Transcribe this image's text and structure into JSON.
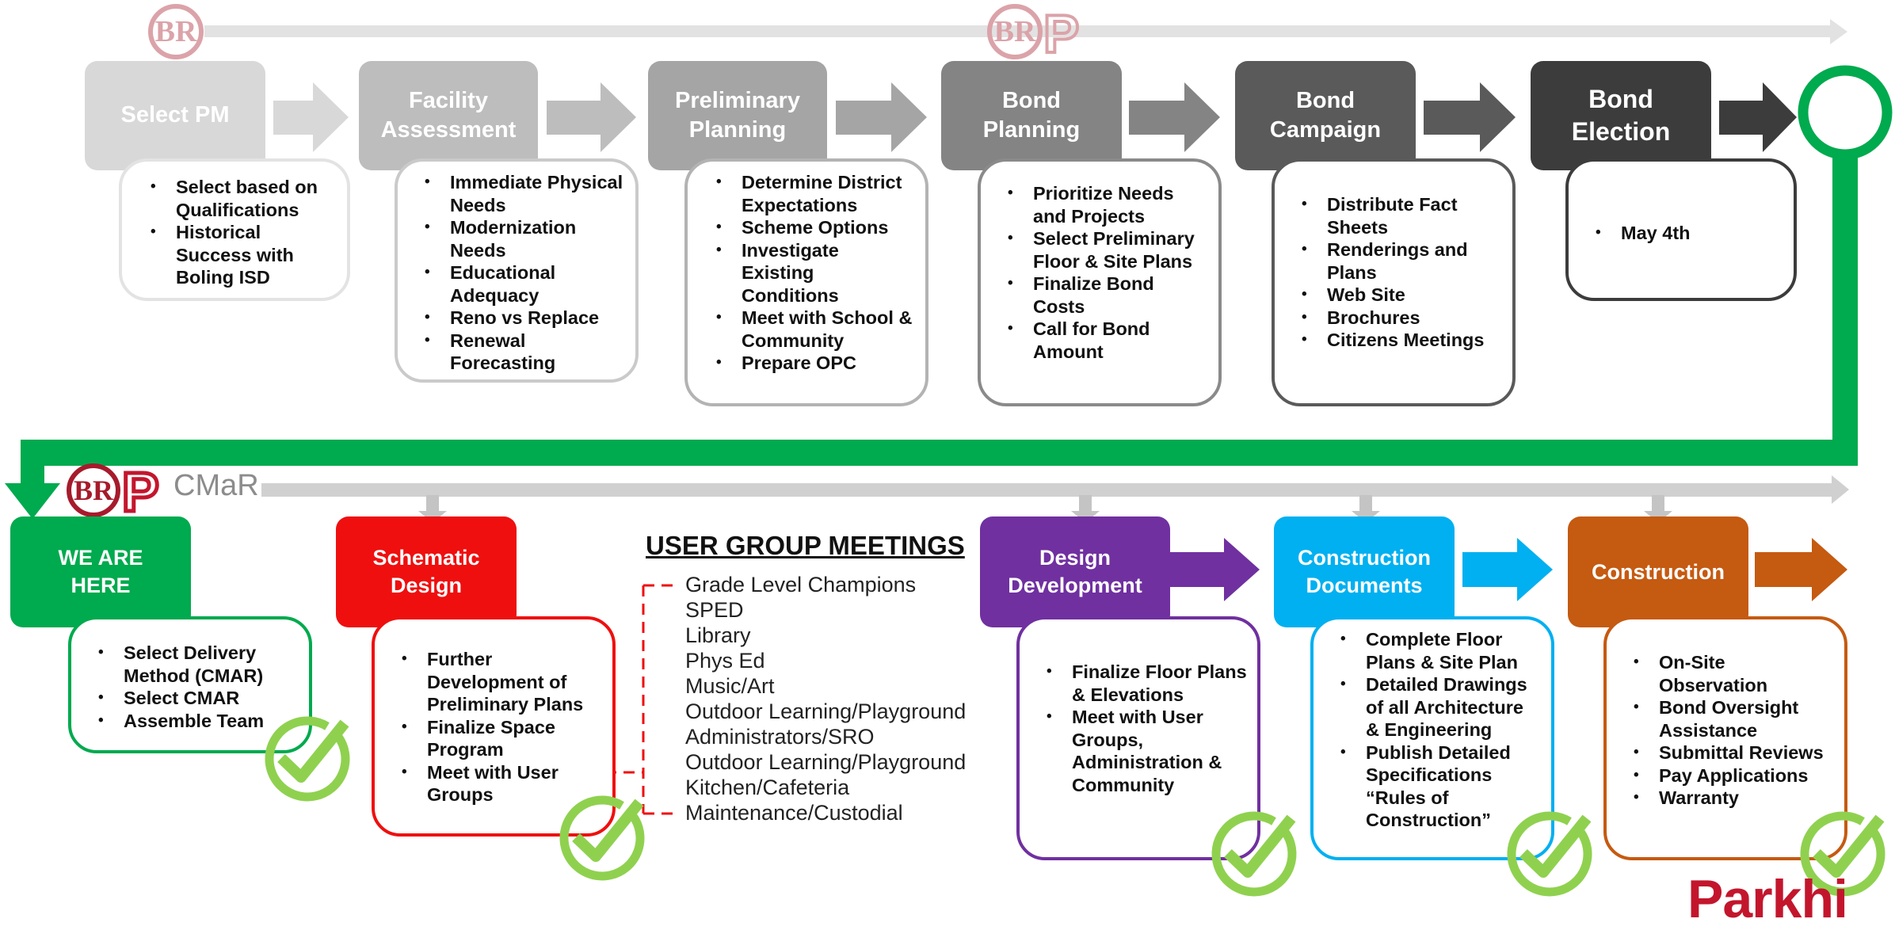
{
  "colors": {
    "stage1": "#d8d8d8",
    "stage2": "#bdbdbd",
    "stage3": "#a5a5a5",
    "stage4": "#848484",
    "stage5": "#5a5a5a",
    "stage6": "#3c3c3c",
    "green": "#00aa4e",
    "red": "#ef0f0f",
    "purple": "#7030a0",
    "blue": "#00b0f0",
    "orange": "#c55a11",
    "check": "#8fd14f",
    "brand": "#c3162d"
  },
  "top_phases": [
    {
      "title": "Select PM",
      "items": [
        "Select based on Qualifications",
        "Historical Success with Boling ISD"
      ]
    },
    {
      "title": "Facility\nAssessment",
      "items": [
        "Immediate Physical Needs",
        "Modernization Needs",
        "Educational Adequacy",
        "Reno vs Replace",
        "Renewal Forecasting"
      ]
    },
    {
      "title": "Preliminary\nPlanning",
      "items": [
        "Determine District Expectations",
        "Scheme Options",
        "Investigate Existing Conditions",
        "Meet with School & Community",
        "Prepare OPC"
      ]
    },
    {
      "title": "Bond\nPlanning",
      "items": [
        "Prioritize Needs and Projects",
        "Select Preliminary Floor & Site Plans",
        "Finalize Bond Costs",
        "Call for Bond Amount"
      ]
    },
    {
      "title": "Bond\nCampaign",
      "items": [
        "Distribute Fact Sheets",
        "Renderings and Plans",
        "Web Site",
        "Brochures",
        "Citizens Meetings"
      ]
    },
    {
      "title": "Bond\nElection",
      "items": [
        "May 4th"
      ]
    }
  ],
  "bottom_phases": [
    {
      "title": "WE ARE\nHERE",
      "items": [
        "Select Delivery Method (CMAR)",
        "Select CMAR",
        "Assemble Team"
      ]
    },
    {
      "title": "Schematic\nDesign",
      "items": [
        "Further Development of Preliminary Plans",
        "Finalize Space Program",
        "Meet with User Groups"
      ]
    },
    {
      "title": "Design\nDevelopment",
      "items": [
        "Finalize Floor Plans & Elevations",
        "Meet with User Groups, Administration & Community"
      ]
    },
    {
      "title": "Construction\nDocuments",
      "items": [
        "Complete Floor Plans & Site Plan",
        "Detailed Drawings of all Architecture & Engineering",
        "Publish Detailed Specifications “Rules of Construction”"
      ]
    },
    {
      "title": "Construction",
      "items": [
        "On-Site Observation",
        "Bond Oversight Assistance",
        "Submittal Reviews",
        "Pay Applications",
        "Warranty"
      ]
    }
  ],
  "user_group_meetings": {
    "title": "USER GROUP MEETINGS",
    "items": [
      "Grade Level Champions",
      "SPED",
      "Library",
      "Phys Ed",
      "Music/Art",
      "Outdoor Learning/Playground",
      "Administrators/SRO",
      "Outdoor Learning/Playground",
      "Kitchen/Cafeteria",
      "Maintenance/Custodial"
    ]
  },
  "cmar_label": "CMaR",
  "brand_text": "Parkhi"
}
